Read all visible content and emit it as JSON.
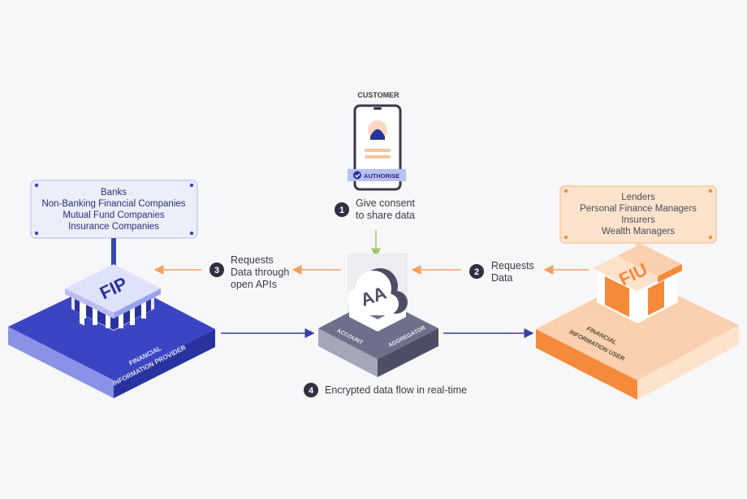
{
  "customer": {
    "label": "CUSTOMER",
    "button_label": "AUTHORISE"
  },
  "steps": [
    {
      "number": "1",
      "lines": [
        "Give consent",
        "to share data"
      ]
    },
    {
      "number": "2",
      "lines": [
        "Requests",
        "Data"
      ]
    },
    {
      "number": "3",
      "lines": [
        "Requests",
        "Data through",
        "open APIs"
      ]
    },
    {
      "number": "4",
      "lines": [
        "Encrypted data flow in real-time"
      ]
    }
  ],
  "fip": {
    "badge": "FIP",
    "platform_lines": [
      "FINANCIAL",
      "INFORMATION PROVIDER"
    ],
    "entities": [
      "Banks",
      "Non-Banking Financial Companies",
      "Mutual Fund Companies",
      "Insurance Companies"
    ]
  },
  "aa": {
    "badge": "AA",
    "platform_left": "ACCOUNT",
    "platform_right": "AGGREGATOR"
  },
  "fiu": {
    "badge": "FIU",
    "platform_lines": [
      "FINANCIAL",
      "INFORMATION USER"
    ],
    "entities": [
      "Lenders",
      "Personal Finance Managers",
      "Insurers",
      "Wealth Managers"
    ]
  },
  "colors": {
    "fip_blue": "#3b45c4",
    "fiu_orange": "#f58a3a",
    "aa_grey": "#5f607a",
    "request_arrow": "#f6a05e",
    "consent_arrow": "#9bc96a",
    "data_arrow": "#3a3fa0"
  }
}
